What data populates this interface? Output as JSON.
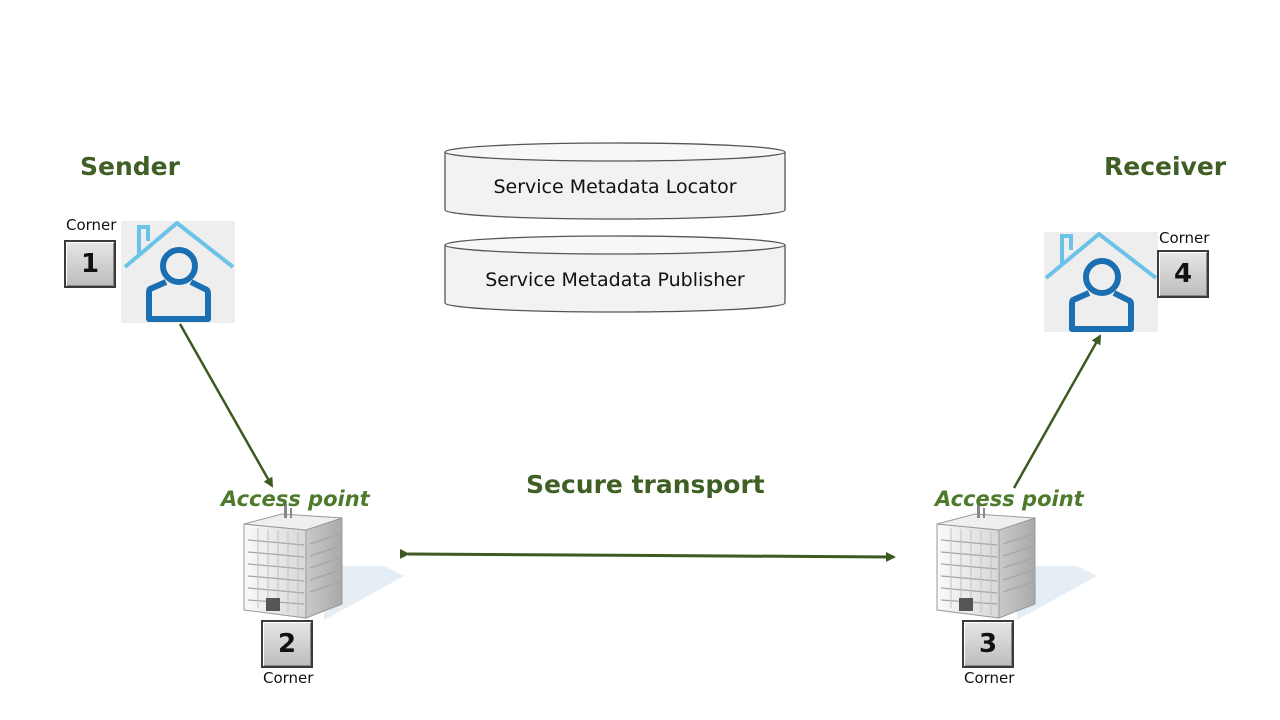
{
  "sender": {
    "title": "Sender",
    "corner_label": "Corner",
    "corner_number": "1"
  },
  "receiver": {
    "title": "Receiver",
    "corner_label": "Corner",
    "corner_number": "4"
  },
  "sender_access_point": {
    "label": "Access point",
    "corner_label": "Corner",
    "corner_number": "2"
  },
  "receiver_access_point": {
    "label": "Access point",
    "corner_label": "Corner",
    "corner_number": "3"
  },
  "services": {
    "locator": "Service Metadata Locator",
    "publisher": "Service Metadata Publisher"
  },
  "transport_label": "Secure transport",
  "colors": {
    "heading_green": "#3f5f25",
    "access_point_green": "#4e7a2c",
    "arrow_green": "#3d5a23",
    "house_light_blue": "#6cc3e8",
    "person_blue": "#1a6fb3"
  },
  "icons": {
    "sender_user": "house-user-icon",
    "receiver_user": "house-user-icon",
    "access_point_building": "building-icon"
  }
}
